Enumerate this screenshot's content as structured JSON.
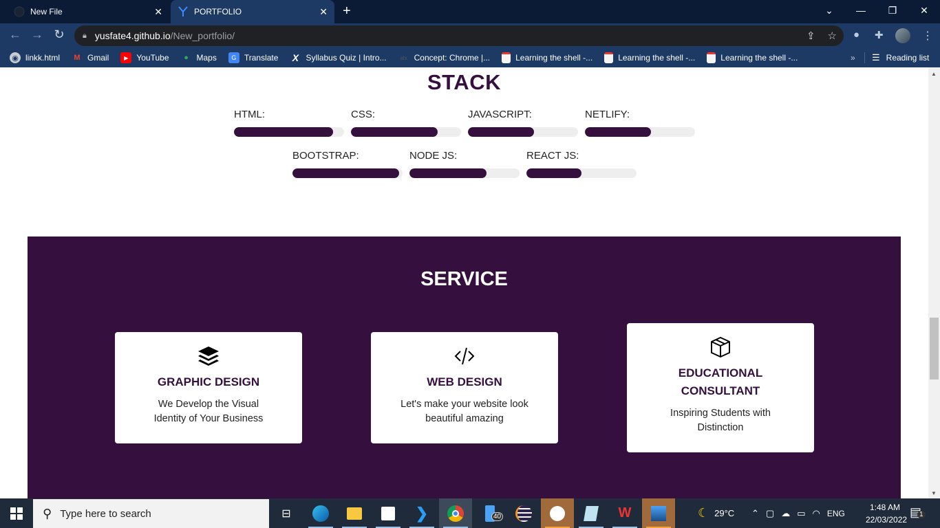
{
  "browser": {
    "tabs": [
      {
        "title": "New File",
        "icon": "github-icon",
        "active": false
      },
      {
        "title": "PORTFOLIO",
        "icon": "y-logo-icon",
        "active": true
      }
    ],
    "new_tab_label": "+",
    "window_controls": {
      "tab_search": "⌄",
      "minimize": "—",
      "restore": "❐",
      "close": "✕"
    },
    "url": {
      "domain": "yusfate4.github.io",
      "path": "/New_portfolio/"
    },
    "bookmarks": [
      {
        "label": "linkk.html",
        "icon": "globe-icon"
      },
      {
        "label": "Gmail",
        "icon": "gmail-icon"
      },
      {
        "label": "YouTube",
        "icon": "youtube-icon"
      },
      {
        "label": "Maps",
        "icon": "maps-icon"
      },
      {
        "label": "Translate",
        "icon": "translate-icon"
      },
      {
        "label": "Syllabus Quiz | Intro...",
        "icon": "x-icon"
      },
      {
        "label": "Concept: Chrome |...",
        "icon": "alx-icon"
      },
      {
        "label": "Learning the shell -...",
        "icon": "doc-icon"
      },
      {
        "label": "Learning the shell -...",
        "icon": "doc-icon"
      },
      {
        "label": "Learning the shell -...",
        "icon": "doc-icon"
      }
    ],
    "bookmarks_overflow": "»",
    "reading_list": "Reading list"
  },
  "page": {
    "stack": {
      "title": "STACK",
      "skills": [
        {
          "label": "HTML:",
          "percent": 90
        },
        {
          "label": "CSS:",
          "percent": 79
        },
        {
          "label": "JAVASCRIPT:",
          "percent": 60
        },
        {
          "label": "NETLIFY:",
          "percent": 60
        },
        {
          "label": "BOOTSTRAP:",
          "percent": 97
        },
        {
          "label": "NODE JS:",
          "percent": 70
        },
        {
          "label": "REACT JS:",
          "percent": 50
        }
      ]
    },
    "service": {
      "title": "SERVICE",
      "cards": [
        {
          "title": "GRAPHIC DESIGN",
          "description": "We Develop the Visual Identity of Your Business",
          "icon": "layers-icon"
        },
        {
          "title": "WEB DESIGN",
          "description": "Let's make your website look beautiful amazing",
          "icon": "code-icon"
        },
        {
          "title": "EDUCATIONAL CONSULTANT",
          "description": "Inspiring Students with Distinction",
          "icon": "box-icon"
        }
      ]
    }
  },
  "colors": {
    "brand": "#350f3e",
    "track": "#eeeeee",
    "tabbar": "#0b1b36",
    "toolbar": "#1c3a64"
  },
  "taskbar": {
    "search_placeholder": "Type here to search",
    "apps": [
      "task-view",
      "edge",
      "file-explorer",
      "store",
      "vscode",
      "chrome",
      "phone-link",
      "eclipse",
      "slack",
      "notepad",
      "wps",
      "photos"
    ],
    "phone_badge": "40",
    "weather": "29°C",
    "language": "ENG",
    "time": "1:48 AM",
    "date": "22/03/2022",
    "notifications": "1"
  }
}
